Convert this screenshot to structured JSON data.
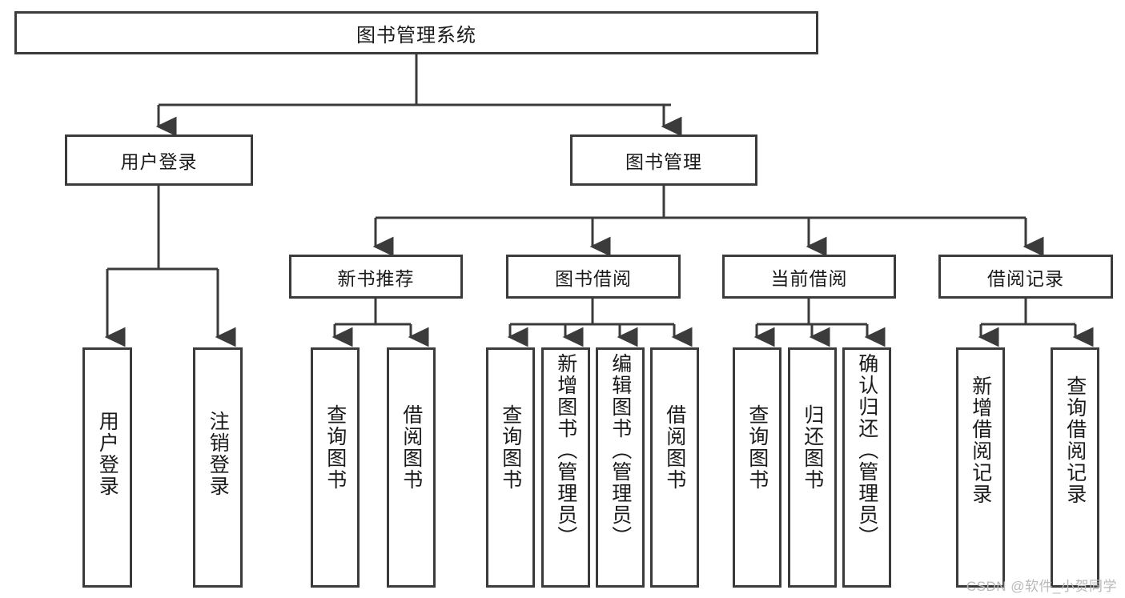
{
  "diagram": {
    "title": "图书管理系统",
    "type": "tree",
    "root": {
      "label": "图书管理系统"
    },
    "level2": [
      {
        "label": "用户登录"
      },
      {
        "label": "图书管理"
      }
    ],
    "level3": [
      {
        "label": "新书推荐"
      },
      {
        "label": "图书借阅"
      },
      {
        "label": "当前借阅"
      },
      {
        "label": "借阅记录"
      }
    ],
    "leaves": {
      "user_login": [
        {
          "label": "用户登录"
        },
        {
          "label": "注销登录"
        }
      ],
      "new_book_recommend": [
        {
          "label": "查询图书"
        },
        {
          "label": "借阅图书"
        }
      ],
      "book_borrow": [
        {
          "label": "查询图书"
        },
        {
          "label": "新增图书（管理员）"
        },
        {
          "label": "编辑图书（管理员）"
        },
        {
          "label": "借阅图书"
        }
      ],
      "current_borrow": [
        {
          "label": "查询图书"
        },
        {
          "label": "归还图书"
        },
        {
          "label": "确认归还（管理员）"
        }
      ],
      "borrow_record": [
        {
          "label": "新增借阅记录"
        },
        {
          "label": "查询借阅记录"
        }
      ]
    }
  },
  "watermark": {
    "text": "CSDN @软件_小贺同学"
  },
  "colors": {
    "stroke": "#3b3b3b",
    "text": "#1a1a1a",
    "background": "#ffffff",
    "watermark": "#b9b9b9"
  }
}
